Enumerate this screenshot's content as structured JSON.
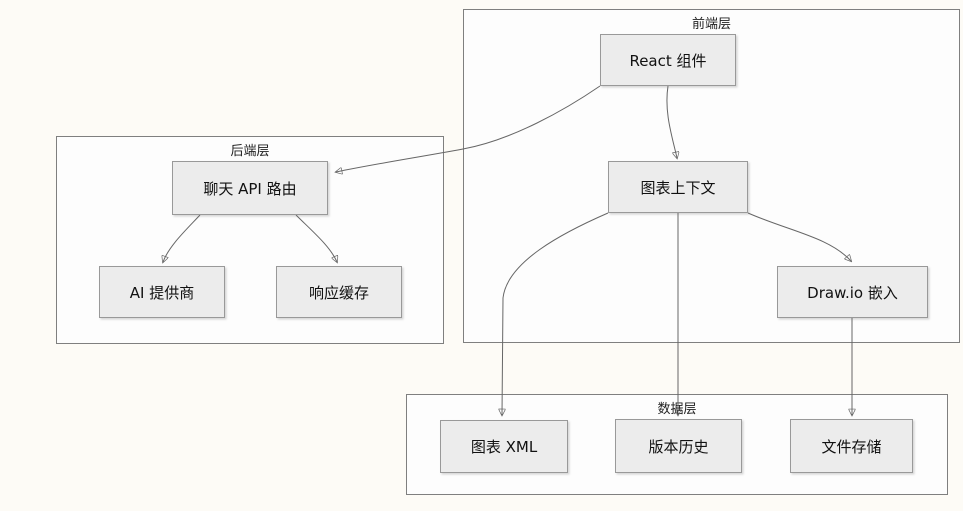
{
  "diagram": {
    "type": "flowchart-architecture",
    "clusters": [
      {
        "id": "frontend",
        "label": "前端层"
      },
      {
        "id": "backend",
        "label": "后端层"
      },
      {
        "id": "data",
        "label": "数据层"
      }
    ],
    "nodes": [
      {
        "id": "react",
        "label": "React 组件",
        "cluster": "frontend"
      },
      {
        "id": "context",
        "label": "图表上下文",
        "cluster": "frontend"
      },
      {
        "id": "drawio",
        "label": "Draw.io 嵌入",
        "cluster": "frontend"
      },
      {
        "id": "chatapi",
        "label": "聊天 API 路由",
        "cluster": "backend"
      },
      {
        "id": "ai",
        "label": "AI 提供商",
        "cluster": "backend"
      },
      {
        "id": "cache",
        "label": "响应缓存",
        "cluster": "backend"
      },
      {
        "id": "xml",
        "label": "图表 XML",
        "cluster": "data"
      },
      {
        "id": "history",
        "label": "版本历史",
        "cluster": "data"
      },
      {
        "id": "storage",
        "label": "文件存储",
        "cluster": "data"
      }
    ],
    "edges": [
      {
        "from": "react",
        "to": "chatapi"
      },
      {
        "from": "react",
        "to": "context"
      },
      {
        "from": "chatapi",
        "to": "ai"
      },
      {
        "from": "chatapi",
        "to": "cache"
      },
      {
        "from": "context",
        "to": "drawio"
      },
      {
        "from": "context",
        "to": "xml"
      },
      {
        "from": "context",
        "to": "history"
      },
      {
        "from": "drawio",
        "to": "storage"
      }
    ],
    "colors": {
      "background": "#FDFBF6",
      "cluster_fill": "#FDFDFD",
      "cluster_border": "#7F7F7F",
      "node_fill": "#ECECEC",
      "node_border": "#999999",
      "edge": "#666666",
      "text": "#1A1A1A"
    }
  }
}
